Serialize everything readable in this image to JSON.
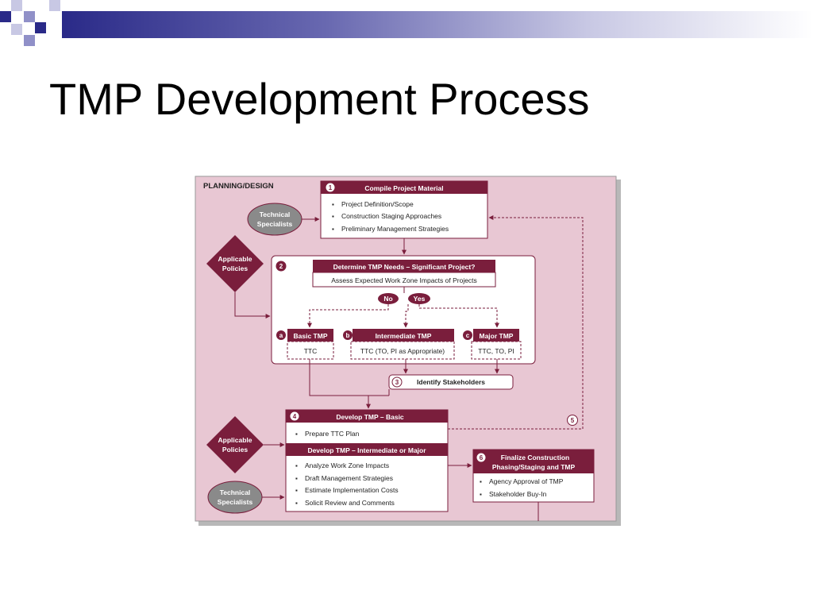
{
  "slide": {
    "title": "TMP Development Process"
  },
  "colors": {
    "accent": "#2a2a88",
    "maroon": "#7a1e3c",
    "panel": "#e8c7d3",
    "oval": "#8a8a8a"
  },
  "diagram": {
    "section_label": "PLANNING/DESIGN",
    "step1": {
      "num": "1",
      "title": "Compile Project Material",
      "items": [
        "Project Definition/Scope",
        "Construction Staging Approaches",
        "Preliminary Management Strategies"
      ]
    },
    "technical_specialists_top": [
      "Technical",
      "Specialists"
    ],
    "applicable_policies_top": [
      "Applicable",
      "Policies"
    ],
    "step2": {
      "num": "2",
      "title": "Determine TMP Needs – Significant Project?",
      "subtitle": "Assess Expected Work Zone Impacts of Projects",
      "no": "No",
      "yes": "Yes"
    },
    "options": [
      {
        "letter": "a",
        "title": "Basic TMP",
        "detail": "TTC"
      },
      {
        "letter": "b",
        "title": "Intermediate TMP",
        "detail": "TTC (TO, PI as Appropriate)"
      },
      {
        "letter": "c",
        "title": "Major TMP",
        "detail": "TTC, TO, PI"
      }
    ],
    "step3": {
      "num": "3",
      "title": "Identify Stakeholders"
    },
    "step4": {
      "num": "4",
      "title_basic": "Develop TMP – Basic",
      "basic_items": [
        "Prepare TTC Plan"
      ],
      "title_major": "Develop TMP – Intermediate or Major",
      "major_items": [
        "Analyze Work Zone Impacts",
        "Draft Management Strategies",
        "Estimate Implementation Costs",
        "Solicit Review and Comments"
      ]
    },
    "step5": {
      "num": "5"
    },
    "step6": {
      "num": "6",
      "title_lines": [
        "Finalize Construction",
        "Phasing/Staging and TMP"
      ],
      "items": [
        "Agency Approval of TMP",
        "Stakeholder Buy-In"
      ]
    },
    "applicable_policies_bottom": [
      "Applicable",
      "Policies"
    ],
    "technical_specialists_bottom": [
      "Technical",
      "Specialists"
    ]
  }
}
